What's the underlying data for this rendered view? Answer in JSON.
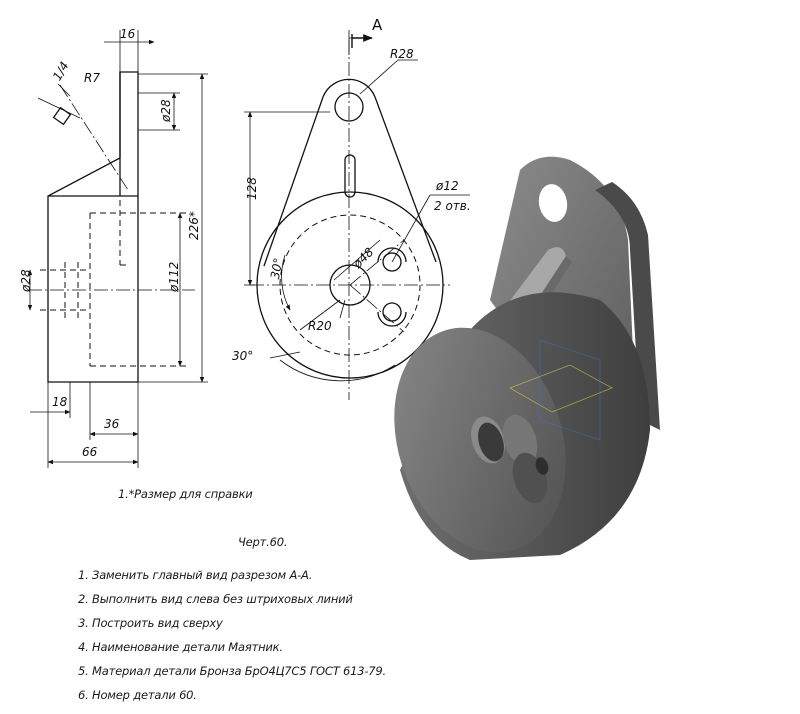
{
  "views": {
    "side": {
      "dims": {
        "top_width": "16",
        "chamfer_small": "1/4",
        "radius_small": "R7",
        "hole_diam_upper": "ø28",
        "height_ref": "226*",
        "body_diam": "ø112",
        "hole_diam_lower": "ø28",
        "width_18": "18",
        "width_36": "36",
        "width_66": "66"
      }
    },
    "front": {
      "section_label": "A",
      "dims": {
        "radius_top": "R28",
        "height_128": "128",
        "hole_diam": "ø12",
        "hole_count": "2 отв.",
        "diam_48": "ø48",
        "angle_inner": "30°",
        "radius_20": "R20",
        "angle_outer": "30°"
      }
    }
  },
  "notes": {
    "reference_note": "1.*Размер для справки",
    "drawing_number": "Черт.60."
  },
  "tasks": [
    "1. Заменить главный вид разрезом А-А.",
    "2. Выполнить вид слева без штриховых линий",
    "3. Построить вид сверху",
    "4. Наименование детали  Маятник.",
    "5. Материал детали  Бронза БрО4Ц7С5 ГОСТ 613-79.",
    "6. Номер детали  60."
  ],
  "colors": {
    "line": "#111111",
    "model_dark": "#5a5a5a",
    "model_mid": "#7a7a7a",
    "model_light": "#9a9a9a"
  }
}
